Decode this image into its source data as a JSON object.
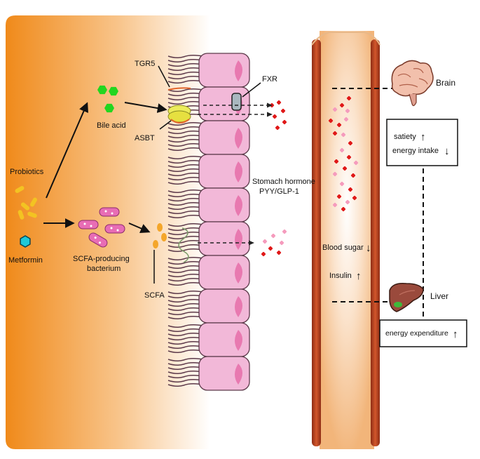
{
  "labels": {
    "probiotics": "Probiotics",
    "metformin": "Metformin",
    "bile_acid": "Bile acid",
    "tgr5": "TGR5",
    "asbt": "ASBT",
    "fxr": "FXR",
    "scfa_bacterium_line1": "SCFA-producing",
    "scfa_bacterium_line2": "bacterium",
    "scfa": "SCFA",
    "hormone_line1": "Stomach hormone",
    "hormone_line2": "PYY/GLP-1",
    "blood_sugar": "Blood sugar",
    "insulin": "Insulin",
    "brain": "Brain",
    "liver": "Liver",
    "satiety": "satiety",
    "energy_intake": "energy intake",
    "energy_expenditure": "energy expenditure"
  },
  "arrows": {
    "up": "↑",
    "down": "↓"
  },
  "colors": {
    "gut_lumen_gradient_start": "#f28c1e",
    "cell_fill": "#f2b8d8",
    "cell_stroke": "#5c3a4a",
    "nucleus": "#e879b0",
    "vessel_wall": "#b5401f",
    "vessel_lumen": "#f5c79a",
    "bile_acid": "#22d61f",
    "probiotic": "#f3c322",
    "metformin": "#1ec8d8",
    "bacterium": "#e86db5",
    "scfa": "#f4a62a",
    "hormone_red": "#e01818",
    "hormone_pink": "#f59bbd",
    "asbt": "#ecec5a"
  }
}
